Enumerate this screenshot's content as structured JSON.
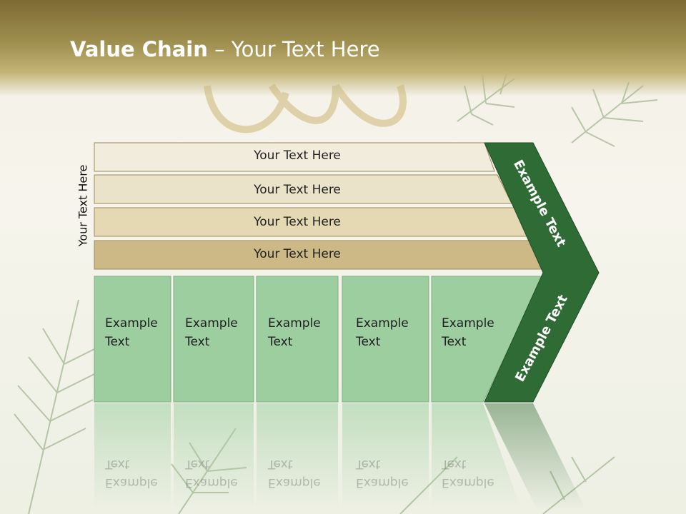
{
  "title": {
    "bold": "Value Chain",
    "rest": " – Your Text Here"
  },
  "vertical_label": "Your Text Here",
  "bars": [
    "Your Text Here",
    "Your Text Here",
    "Your Text Here",
    "Your Text Here"
  ],
  "columns": [
    "Example Text",
    "Example Text",
    "Example Text",
    "Example Text",
    "Example Text"
  ],
  "arrow_labels": {
    "top": "Example Text",
    "bottom": "Example Text"
  },
  "colors": {
    "header": "#8c7a3f",
    "bar_light": "#f1ecdc",
    "bar_mid": "#e7dcba",
    "bar_dark": "#cdb985",
    "column": "#9ccea0",
    "arrow": "#2f6b34"
  }
}
